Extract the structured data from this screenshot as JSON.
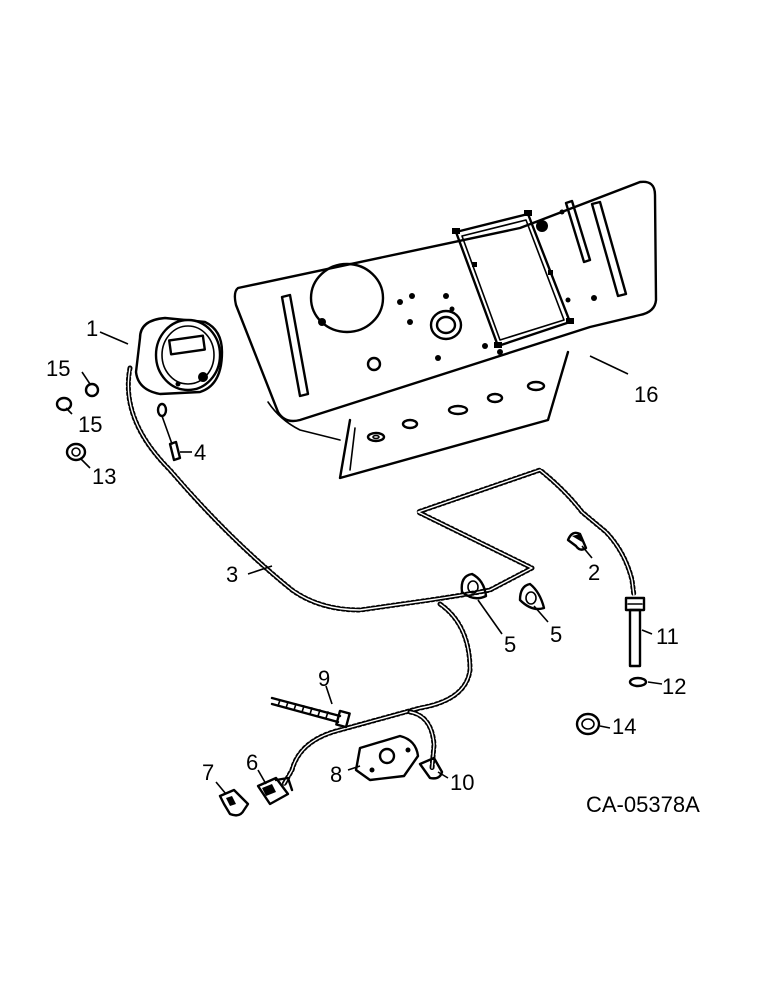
{
  "figure": {
    "code": "CA-05378A"
  },
  "callouts": [
    {
      "id": "c1",
      "label": "1"
    },
    {
      "id": "c2",
      "label": "2"
    },
    {
      "id": "c3",
      "label": "3"
    },
    {
      "id": "c4",
      "label": "4"
    },
    {
      "id": "c5a",
      "label": "5"
    },
    {
      "id": "c5b",
      "label": "5"
    },
    {
      "id": "c6",
      "label": "6"
    },
    {
      "id": "c7",
      "label": "7"
    },
    {
      "id": "c8",
      "label": "8"
    },
    {
      "id": "c9",
      "label": "9"
    },
    {
      "id": "c10",
      "label": "10"
    },
    {
      "id": "c11",
      "label": "11"
    },
    {
      "id": "c12",
      "label": "12"
    },
    {
      "id": "c13",
      "label": "13"
    },
    {
      "id": "c14",
      "label": "14"
    },
    {
      "id": "c15a",
      "label": "15"
    },
    {
      "id": "c15b",
      "label": "15"
    },
    {
      "id": "c16",
      "label": "16"
    }
  ]
}
